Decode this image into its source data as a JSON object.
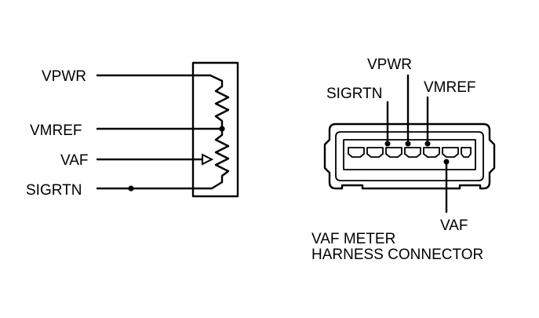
{
  "left_schematic": {
    "labels": {
      "vpwr": "VPWR",
      "vmref": "VMREF",
      "vaf": "VAF",
      "sigrtn": "SIGRTN"
    }
  },
  "connector": {
    "labels": {
      "sigrtn": "SIGRTN",
      "vpwr": "VPWR",
      "vmref": "VMREF",
      "vaf": "VAF"
    },
    "caption_line1": "VAF METER",
    "caption_line2": "HARNESS CONNECTOR"
  }
}
